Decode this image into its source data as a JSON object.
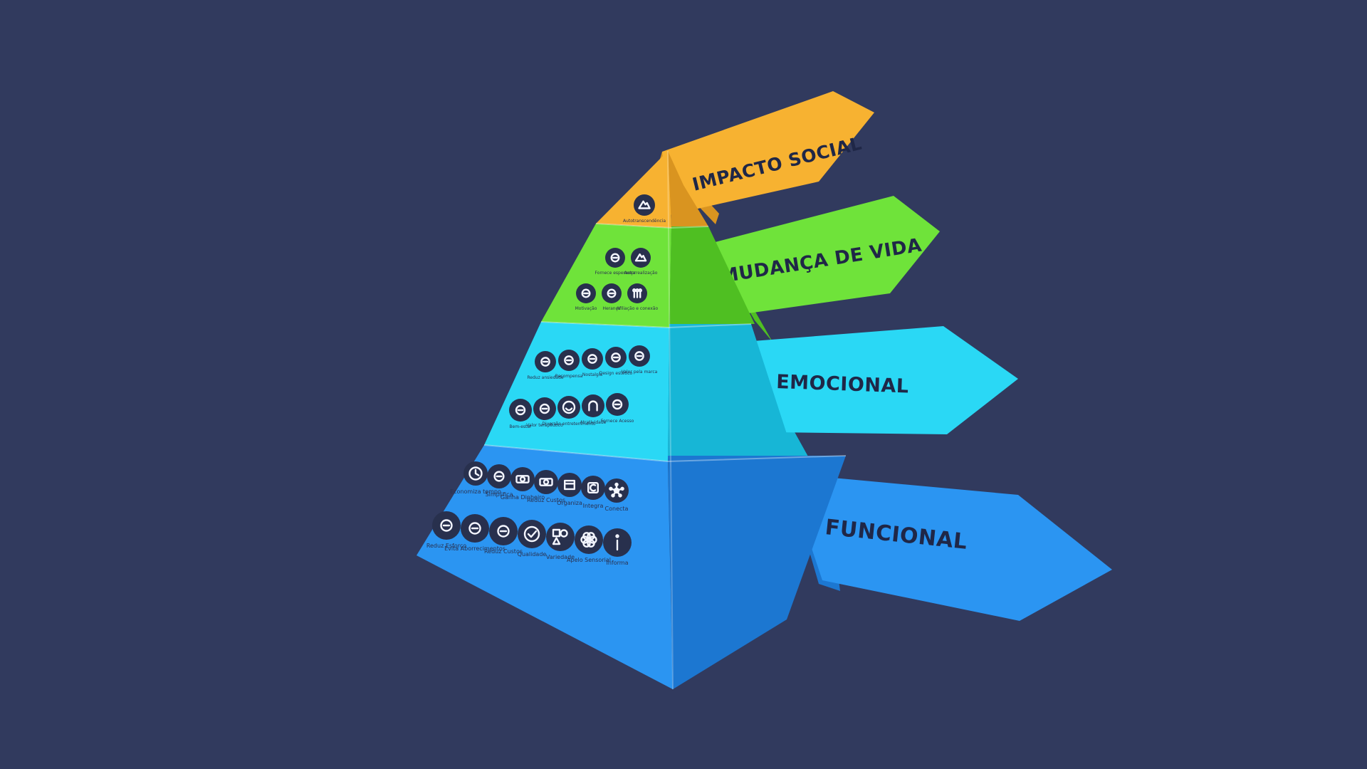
{
  "background_color": "#313a5e",
  "tiers": [
    {
      "key": "impacto-social",
      "label": "IMPACTO SOCIAL",
      "color": "#f7b231",
      "side_color": "#d99420",
      "icons": [
        {
          "name": "mountain-icon",
          "caption": "Autotranscendência"
        }
      ]
    },
    {
      "key": "mudanca-de-vida",
      "label": "MUDANÇA DE VIDA",
      "color": "#6fe33a",
      "side_color": "#4fbf22",
      "icons": [
        {
          "name": "leaf-icon",
          "caption": "Fornece esperança"
        },
        {
          "name": "summit-icon",
          "caption": "Autorrealização"
        },
        {
          "name": "compass-icon",
          "caption": "Motivação"
        },
        {
          "name": "heritage-icon",
          "caption": "Herança"
        },
        {
          "name": "people-icon",
          "caption": "Afiliação e conexão"
        }
      ]
    },
    {
      "key": "emocional",
      "label": "EMOCIONAL",
      "color": "#2ad8f5",
      "side_color": "#17b6d6",
      "icons": [
        {
          "name": "anxiety-icon",
          "caption": "Reduz ansiedade"
        },
        {
          "name": "reward-icon",
          "caption": "Recompensa"
        },
        {
          "name": "nostalgia-icon",
          "caption": "Nostalgia"
        },
        {
          "name": "design-icon",
          "caption": "Design estético"
        },
        {
          "name": "badge-icon",
          "caption": "Valor pela marca"
        },
        {
          "name": "wellness-icon",
          "caption": "Bem-estar"
        },
        {
          "name": "therapy-icon",
          "caption": "Valor terapêutico"
        },
        {
          "name": "smile-icon",
          "caption": "Diversão entretenimento"
        },
        {
          "name": "magnet-icon",
          "caption": "Atratividade"
        },
        {
          "name": "access-icon",
          "caption": "Fornece Acesso"
        }
      ]
    },
    {
      "key": "funcional",
      "label": "FUNCIONAL",
      "color": "#2b95f2",
      "side_color": "#1c77d1",
      "icons": [
        {
          "name": "time-icon",
          "caption": "Economiza tempo"
        },
        {
          "name": "simplify-icon",
          "caption": "Simplifica"
        },
        {
          "name": "money-icon",
          "caption": "Ganha Dinheiro"
        },
        {
          "name": "cost-icon",
          "caption": "Reduz Custos"
        },
        {
          "name": "organize-icon",
          "caption": "Organiza"
        },
        {
          "name": "integrate-icon",
          "caption": "Integra"
        },
        {
          "name": "connect-icon",
          "caption": "Conecta"
        },
        {
          "name": "effort-icon",
          "caption": "Reduz Esforço"
        },
        {
          "name": "hassle-icon",
          "caption": "Evita Aborrecimentos"
        },
        {
          "name": "risk-icon",
          "caption": "Reduz Custos"
        },
        {
          "name": "quality-icon",
          "caption": "Qualidade"
        },
        {
          "name": "variety-icon",
          "caption": "Variedade"
        },
        {
          "name": "sensory-icon",
          "caption": "Apelo Sensorial"
        },
        {
          "name": "info-icon",
          "caption": "Informa"
        }
      ]
    }
  ]
}
